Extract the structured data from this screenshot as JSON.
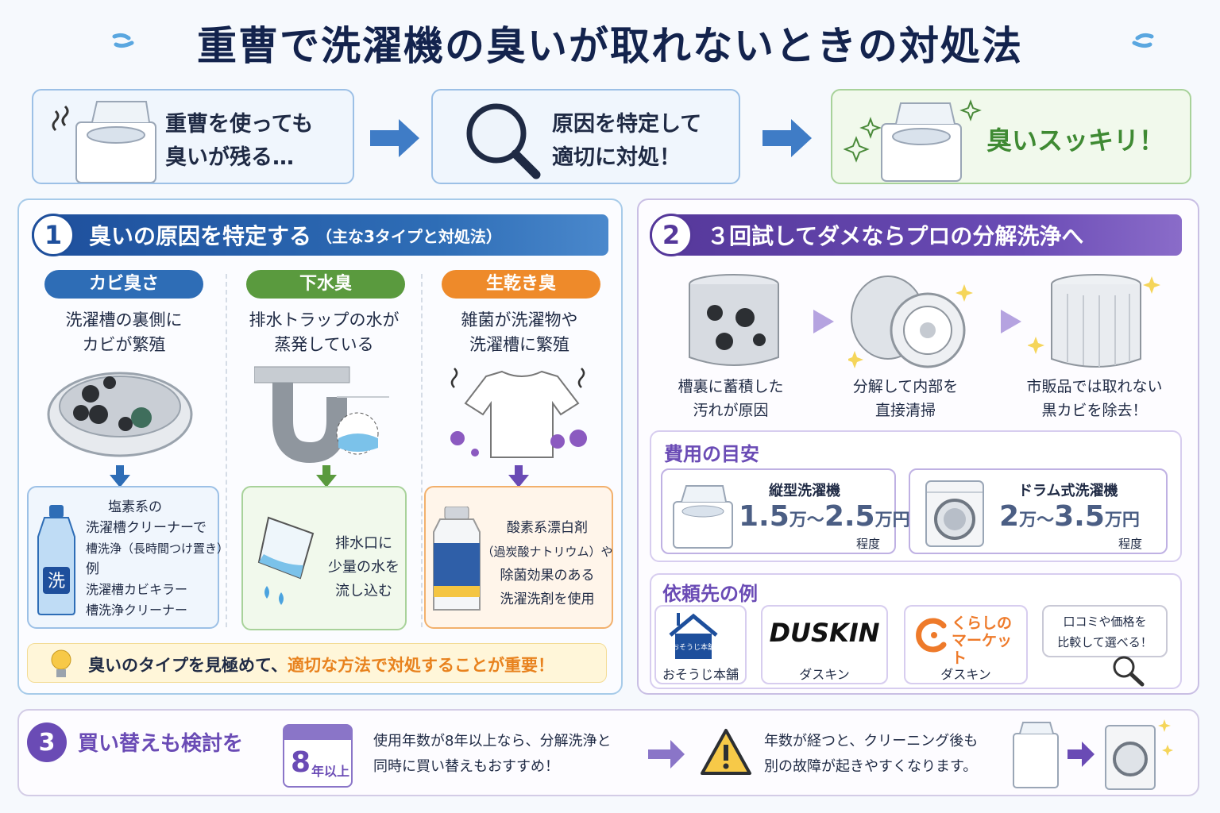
{
  "title": "重曹で洗濯機の臭いが取れないときの対処法",
  "flow": [
    {
      "line1": "重曹を使っても",
      "line2": "臭いが残る…"
    },
    {
      "line1": "原因を特定して",
      "line2": "適切に対処！"
    },
    {
      "line1": "臭いスッキリ！"
    }
  ],
  "section1": {
    "number": "1",
    "title": "臭いの原因を特定する",
    "subtitle": "（主な3タイプと対処法）",
    "types": [
      {
        "name": "カビ臭さ",
        "cause1": "洗濯槽の裏側に",
        "cause2": "カビが繁殖",
        "sol": [
          "塩素系の",
          "洗濯槽クリーナーで",
          "槽洗浄（長時間つけ置き）",
          "例",
          "洗濯槽カビキラー",
          "槽洗浄クリーナー"
        ]
      },
      {
        "name": "下水臭",
        "cause1": "排水トラップの水が",
        "cause2": "蒸発している",
        "sol": [
          "排水口に",
          "少量の水を",
          "流し込む"
        ]
      },
      {
        "name": "生乾き臭",
        "cause1": "雑菌が洗濯物や",
        "cause2": "洗濯槽に繁殖",
        "sol": [
          "酸素系漂白剤",
          "（過炭酸ナトリウム）や",
          "除菌効果のある",
          "洗濯洗剤を使用"
        ]
      }
    ],
    "tip_prefix": "臭いのタイプを見極めて、",
    "tip_highlight": "適切な方法で対処することが重要！",
    "bottle_label": "洗"
  },
  "section2": {
    "number": "2",
    "title": "３回試してダメならプロの分解洗浄へ",
    "steps": [
      {
        "line1": "槽裏に蓄積した",
        "line2": "汚れが原因"
      },
      {
        "line1": "分解して内部を",
        "line2": "直接清掃"
      },
      {
        "line1": "市販品では取れない",
        "line2": "黒カビを除去！"
      }
    ],
    "cost_title": "費用の目安",
    "costs": [
      {
        "label": "縦型洗濯機",
        "from": "1.5",
        "to": "2.5",
        "unit_a": "万",
        "unit_b": "万円",
        "tilde": "〜",
        "note": "程度"
      },
      {
        "label": "ドラム式洗濯機",
        "from": "2",
        "to": "3.5",
        "unit_a": "万",
        "unit_b": "万円",
        "tilde": "〜",
        "note": "程度"
      }
    ],
    "vendor_title": "依頼先の例",
    "vendors": [
      {
        "name": "おそうじ本舗",
        "logo": "おそうじ本舗"
      },
      {
        "name": "ダスキン",
        "logo": "DUSKIN"
      },
      {
        "name": "ダスキン",
        "logo_line1": "くらしの",
        "logo_line2": "マーケット"
      }
    ],
    "compare1": "口コミや価格を",
    "compare2": "比較して選べる！"
  },
  "section3": {
    "number": "3",
    "title": "買い替えも検討を",
    "years": "8",
    "years_unit": "年以上",
    "text1a": "使用年数が8年以上なら、分解洗浄と",
    "text1b": "同時に買い替えもおすすめ！",
    "text2a": "年数が経つと、クリーニング後も",
    "text2b": "別の故障が起きやすくなります。"
  },
  "colors": {
    "navy": "#13234d",
    "blue": "#2e6db6",
    "green": "#5a9a3e",
    "orange": "#ee8a2a",
    "purple": "#6a4bb5",
    "highlight": "#e8821e"
  }
}
